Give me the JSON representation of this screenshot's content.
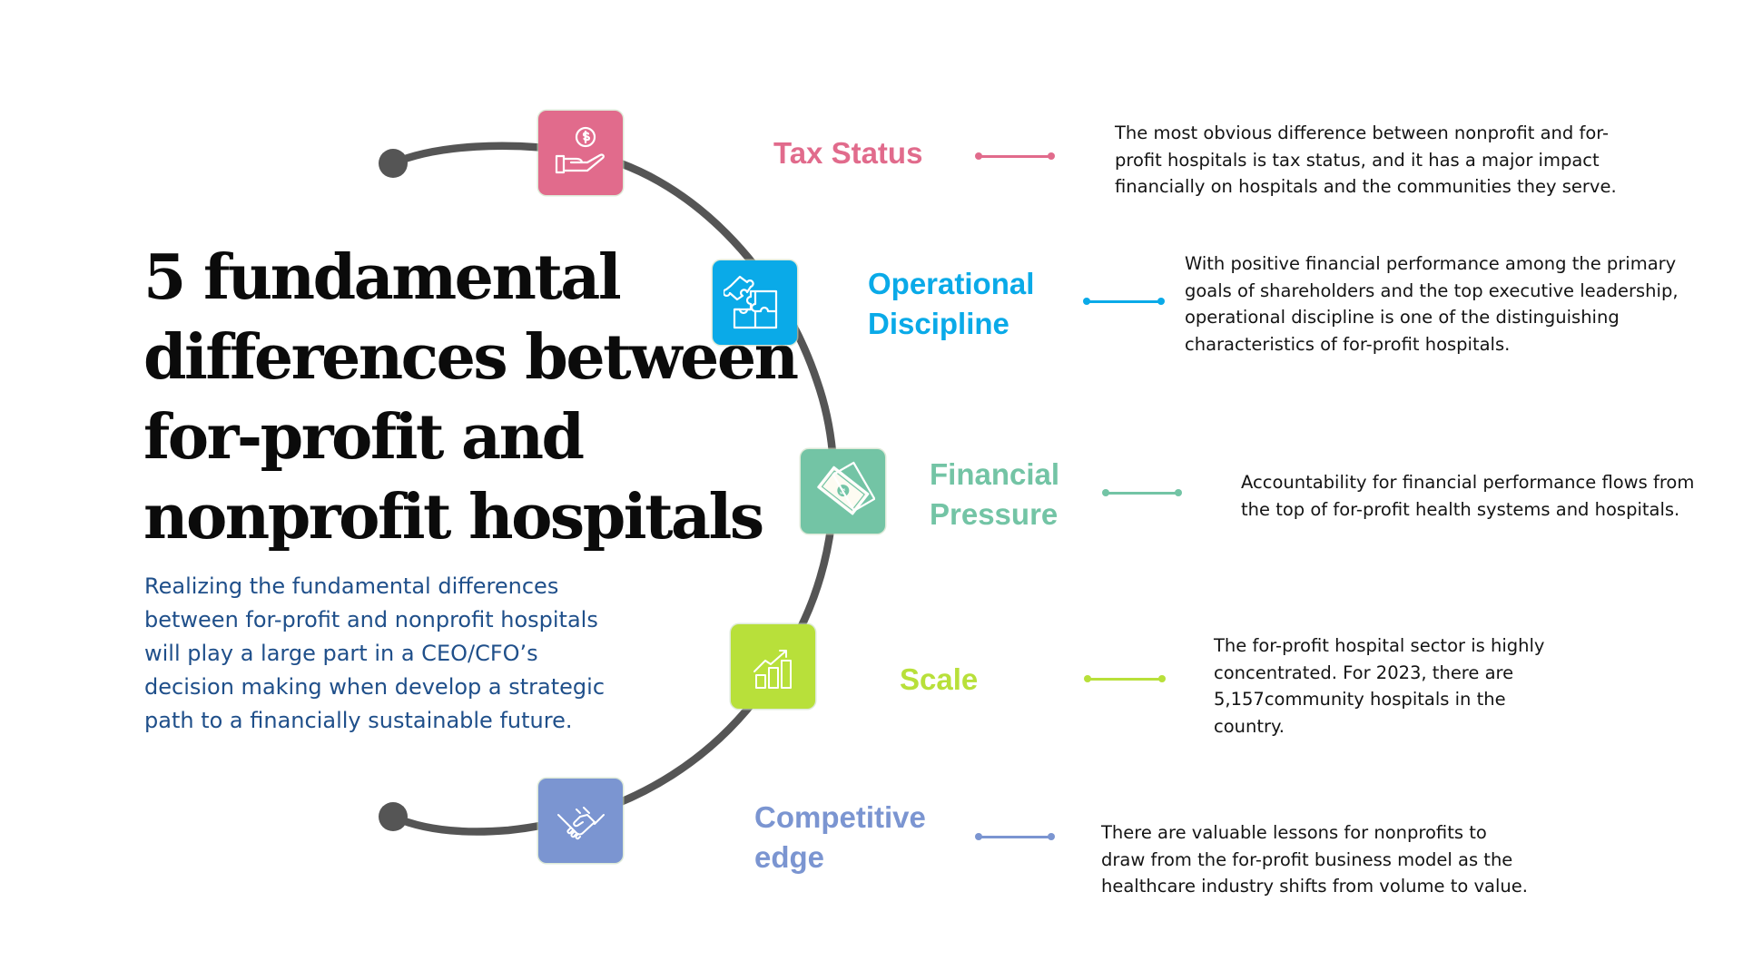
{
  "title_lines": [
    "5 fundamental",
    "differences between",
    "for-profit and",
    "nonprofit hospitals"
  ],
  "subtitle_lines": [
    "Realizing the fundamental differences",
    "between for-profit and nonprofit hospitals",
    "will play a large part in a CEO/CFO’s",
    "decision making when develop a strategic",
    "path to a financially sustainable future."
  ],
  "colors": {
    "arc": "#555555",
    "title": "#0b0b0b",
    "subtitle": "#1f4f8a",
    "description": "#141414"
  },
  "items": [
    {
      "key": "tax-status",
      "icon": "hand-coin-icon",
      "color": "#e16b8c",
      "label_lines": [
        "Tax Status"
      ],
      "description_lines": [
        "The most obvious difference between nonprofit and for-",
        "profit hospitals is tax status, and it has a major impact",
        "financially on hospitals and the communities they serve."
      ]
    },
    {
      "key": "operational-discipline",
      "icon": "puzzle-icon",
      "color": "#0aaae8",
      "label_lines": [
        "Operational",
        "Discipline"
      ],
      "description_lines": [
        "With positive financial performance among the primary",
        "goals of shareholders and the top executive leadership,",
        "operational discipline is one of the distinguishing",
        "characteristics of for-profit hospitals."
      ]
    },
    {
      "key": "financial-pressure",
      "icon": "cash-icon",
      "color": "#73c4a5",
      "label_lines": [
        "Financial",
        "Pressure"
      ],
      "description_lines": [
        "Accountability for financial performance flows from",
        "the top of for-profit health systems and hospitals."
      ]
    },
    {
      "key": "scale",
      "icon": "growth-chart-icon",
      "color": "#b8e03a",
      "label_lines": [
        "Scale"
      ],
      "description_lines": [
        "The for-profit hospital sector is highly",
        "concentrated. For 2023, there are",
        "5,157community hospitals in the",
        "country."
      ]
    },
    {
      "key": "competitive-edge",
      "icon": "handshake-icon",
      "color": "#7b95d1",
      "label_lines": [
        "Competitive",
        "edge"
      ],
      "description_lines": [
        "There are valuable lessons for nonprofits to",
        "draw from the for-profit business model as the",
        "healthcare industry shifts from volume to value."
      ]
    }
  ]
}
